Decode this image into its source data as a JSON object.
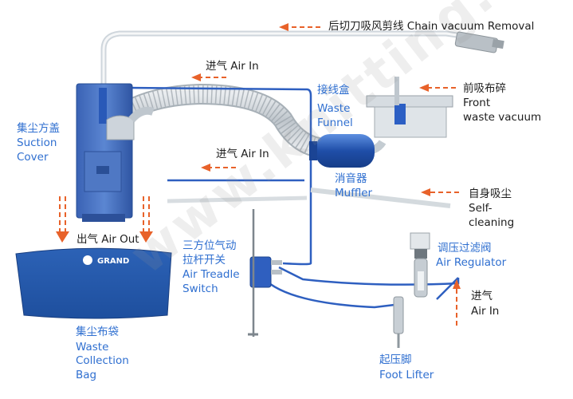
{
  "labels": {
    "chain_vacuum": "后切刀吸风剪线 Chain vacuum Removal",
    "air_in_top": "进气 Air In",
    "air_in_mid": "进气 Air In",
    "suction_cover_cn": "集尘方盖",
    "suction_cover_en1": "Suction",
    "suction_cover_en2": "Cover",
    "waste_funnel_cn": "接线盒",
    "waste_funnel_en1": "Waste",
    "waste_funnel_en2": "Funnel",
    "front_waste_cn": "前吸布碎",
    "front_waste_en1": "Front",
    "front_waste_en2": "waste vacuum",
    "muffler_cn": "消音器",
    "muffler_en": "Muffler",
    "self_cleaning_cn": "自身吸尘",
    "self_cleaning_en1": "Self-",
    "self_cleaning_en2": "cleaning",
    "air_out": "出气 Air Out",
    "treadle_cn1": "三方位气动",
    "treadle_cn2": "拉杆开关",
    "treadle_en1": "Air Treadle",
    "treadle_en2": "Switch",
    "regulator_cn": "调压过滤阀",
    "regulator_en": "Air Regulator",
    "air_in_right_cn": "进气",
    "air_in_right_en": "Air In",
    "bag_cn": "集尘布袋",
    "bag_en1": "Waste",
    "bag_en2": "Collection",
    "bag_en3": "Bag",
    "foot_lifter_cn": "起压脚",
    "foot_lifter_en": "Foot Lifter"
  },
  "bag_logo": {
    "brand": "GRAND"
  },
  "watermark": "www.knitting.ru",
  "colors": {
    "arrow": "#e8622a",
    "blue_label": "#2f6fd0",
    "device_blue": "#3464b8"
  }
}
